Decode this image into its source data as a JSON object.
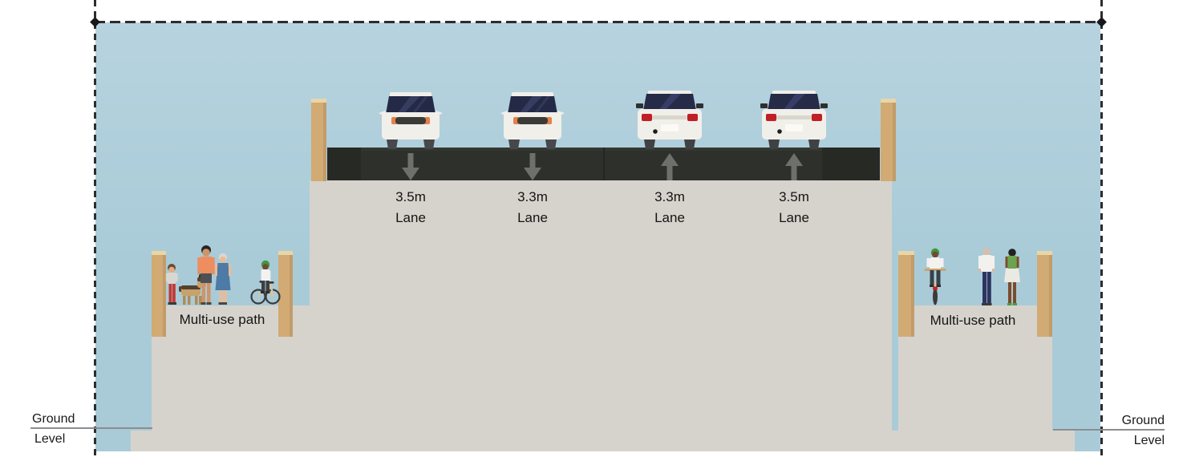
{
  "diagram": {
    "type": "road-cross-section",
    "description": "Elevated four-lane road bridge cross-section with a multi-use path on each side and ground level markers"
  },
  "lanes": [
    {
      "width_label": "3.5m",
      "type_label": "Lane",
      "direction": "down",
      "vehicle": "car-front"
    },
    {
      "width_label": "3.3m",
      "type_label": "Lane",
      "direction": "down",
      "vehicle": "car-front"
    },
    {
      "width_label": "3.3m",
      "type_label": "Lane",
      "direction": "up",
      "vehicle": "car-rear"
    },
    {
      "width_label": "3.5m",
      "type_label": "Lane",
      "direction": "up",
      "vehicle": "car-rear"
    }
  ],
  "paths": {
    "left": {
      "label": "Multi-use path",
      "figures": [
        "child-walking",
        "dog",
        "adult-walking",
        "adult-walking",
        "cyclist"
      ]
    },
    "right": {
      "label": "Multi-use path",
      "figures": [
        "cyclist",
        "adult-walking",
        "adult-walking"
      ]
    }
  },
  "ground": {
    "label_top": "Ground",
    "label_bottom": "Level"
  },
  "colors": {
    "sky": "#a9cbd8",
    "sky_top": "#b7d3df",
    "structure": "#d6d3cd",
    "road": "#2e302c",
    "road_dark": "#272925",
    "post": "#d2aa73",
    "post_cap": "#e9d6a7",
    "arrow": "#6e706c",
    "boundary": "#2b2d2f",
    "ground_line": "#8a8d90",
    "text": "#141414",
    "car_body": "#f1efe9",
    "windshield": "#242946",
    "taillight": "#c01f26",
    "headlight_accent": "#e2814b"
  }
}
